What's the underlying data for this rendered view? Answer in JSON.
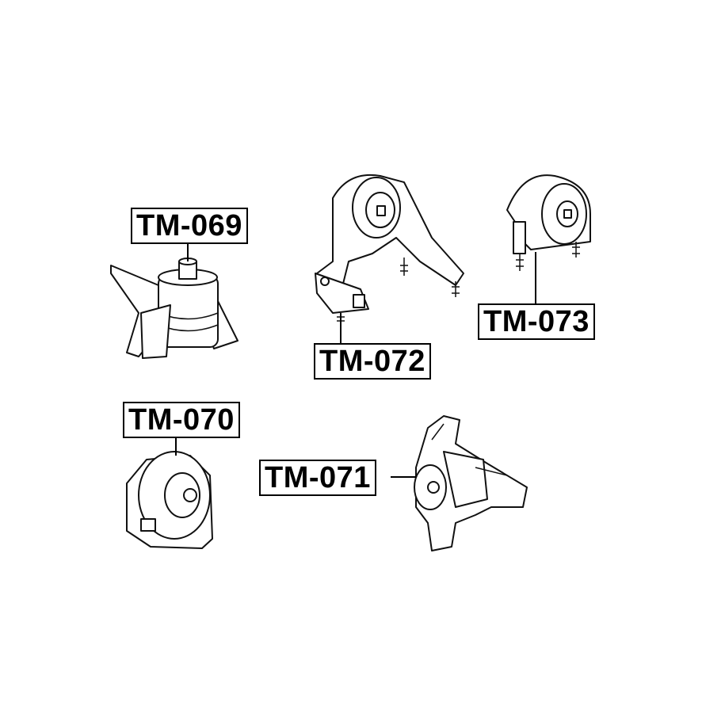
{
  "labels": {
    "tm069": "TM-069",
    "tm070": "TM-070",
    "tm071": "TM-071",
    "tm072": "TM-072",
    "tm073": "TM-073"
  }
}
